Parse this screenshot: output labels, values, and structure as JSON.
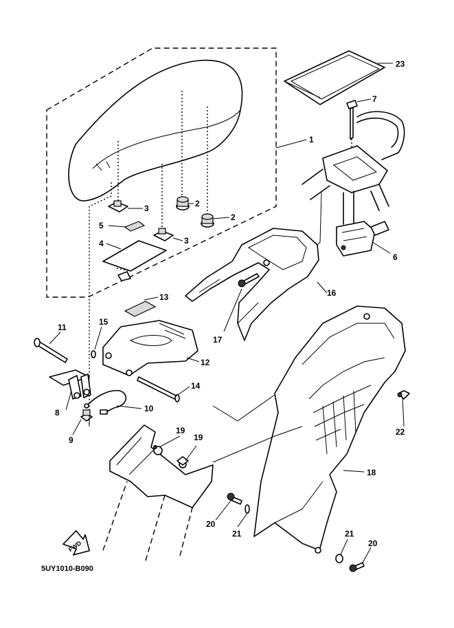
{
  "diagram_code": "5UY1010-B090",
  "fwd_label": "FWD",
  "callouts": {
    "c1": "1",
    "c2a": "2",
    "c2b": "2",
    "c3a": "3",
    "c3b": "3",
    "c4": "4",
    "c5": "5",
    "c6": "6",
    "c7": "7",
    "c8": "8",
    "c9": "9",
    "c10": "10",
    "c11": "11",
    "c12": "12",
    "c13": "13",
    "c14": "14",
    "c15": "15",
    "c16": "16",
    "c17": "17",
    "c18": "18",
    "c19a": "19",
    "c19b": "19",
    "c20a": "20",
    "c20b": "20",
    "c21a": "21",
    "c21b": "21",
    "c22": "22",
    "c23": "23"
  }
}
